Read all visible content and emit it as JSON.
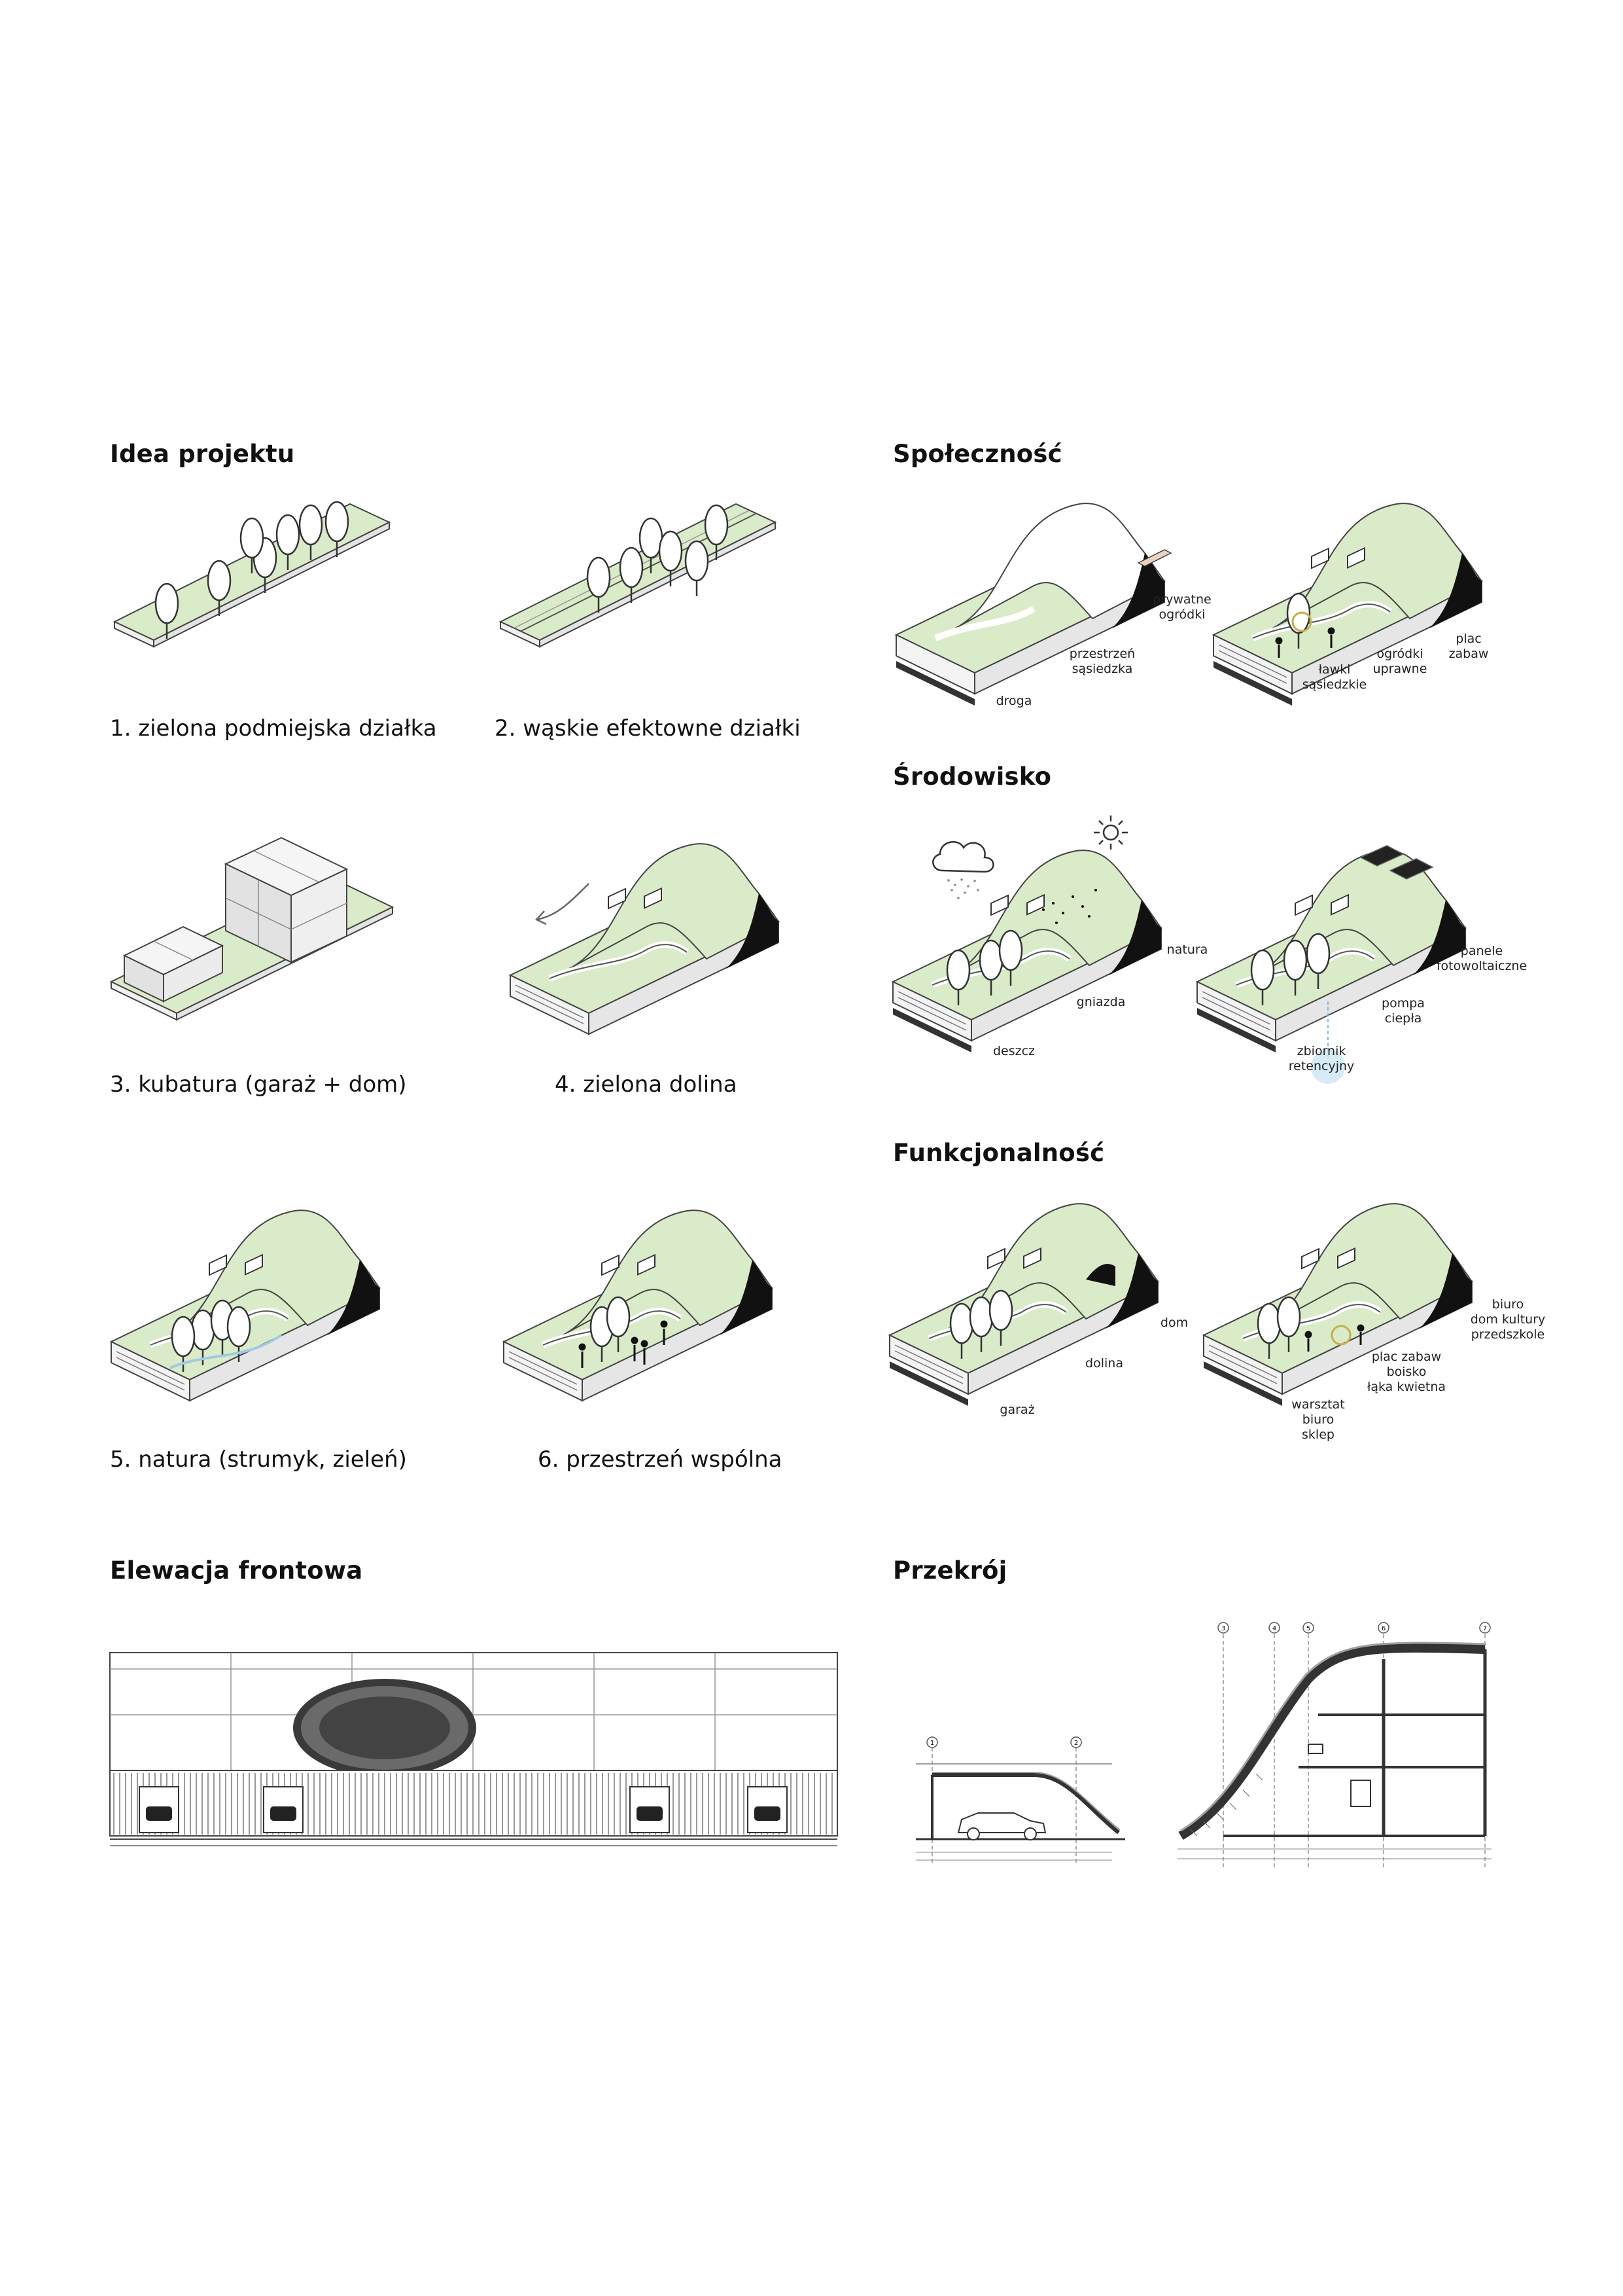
{
  "colors": {
    "green": "#d9ebc8",
    "green_dark": "#c6dcb2",
    "black": "#111111",
    "line": "#333333",
    "soil": "#e9d3c0",
    "water": "#cfe8f5"
  },
  "sections": {
    "idea": "Idea projektu",
    "community": "Społeczność",
    "environment": "Środowisko",
    "functionality": "Funkcjonalność",
    "elevation": "Elewacja frontowa",
    "section": "Przekrój"
  },
  "idea_steps": [
    "1. zielona podmiejska działka",
    "2. wąskie efektowne działki",
    "3. kubatura (garaż + dom)",
    "4. zielona dolina",
    "5. natura (strumyk, zieleń)",
    "6. przestrzeń wspólna"
  ],
  "community_labels": {
    "a_prywatne": "prywatne\nogródki",
    "a_przestrzen": "przestrzeń\nsąsiedzka",
    "a_droga": "droga",
    "b_plac": "plac\nzabaw",
    "b_ogrodki": "ogródki\nuprawne",
    "b_lawki": "ławki\nsąsiedzkie"
  },
  "environment_labels": {
    "a_natura": "natura",
    "a_gniazda": "gniazda",
    "a_deszcz": "deszcz",
    "b_panele": "panele\nfotowoltaiczne",
    "b_pompa": "pompa\nciepła",
    "b_zbiornik": "zbiornik\nretencyjny"
  },
  "function_labels": {
    "a_dom": "dom",
    "a_dolina": "dolina",
    "a_garaz": "garaż",
    "b_biuro": "biuro\ndom kultury\nprzedszkole",
    "b_plac": "plac zabaw\nboisko\nłąka kwietna",
    "b_warsztat": "warsztat\nbiuro\nsklep"
  },
  "section_grid": {
    "small": [
      "1",
      "2"
    ],
    "large": [
      "3",
      "4",
      "5",
      "6",
      "7"
    ]
  }
}
